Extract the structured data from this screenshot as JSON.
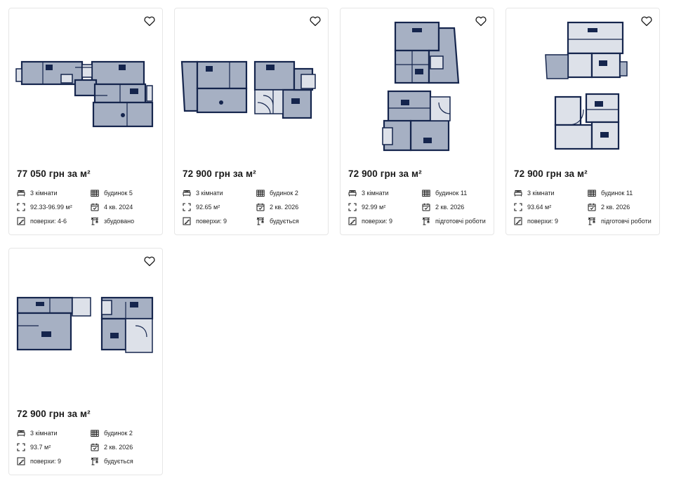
{
  "colors": {
    "plan_wall": "#15254d",
    "plan_floor": "#a6b0c3",
    "plan_light": "#dde1e9",
    "text": "#1a1a1a",
    "border": "#e6e6e6"
  },
  "icons": {
    "favorite": "heart-outline-icon",
    "rooms": "bed-icon",
    "building": "building-icon",
    "area": "area-frame-icon",
    "completion": "calendar-check-icon",
    "floors": "stairs-icon",
    "status": "crane-icon"
  },
  "listings": [
    {
      "price": "77 050 грн за м²",
      "rooms": "3 кімнати",
      "building": "будинок 5",
      "area": "92.33-96.99 м²",
      "completion": "4 кв. 2024",
      "floors": "поверхи: 4-6",
      "status": "збудовано"
    },
    {
      "price": "72 900 грн за м²",
      "rooms": "3 кімнати",
      "building": "будинок 2",
      "area": "92.65 м²",
      "completion": "2 кв. 2026",
      "floors": "поверхи: 9",
      "status": "будується"
    },
    {
      "price": "72 900 грн за м²",
      "rooms": "3 кімнати",
      "building": "будинок 11",
      "area": "92.99 м²",
      "completion": "2 кв. 2026",
      "floors": "поверхи: 9",
      "status": "підготовчі роботи"
    },
    {
      "price": "72 900 грн за м²",
      "rooms": "3 кімнати",
      "building": "будинок 11",
      "area": "93.64 м²",
      "completion": "2 кв. 2026",
      "floors": "поверхи: 9",
      "status": "підготовчі роботи"
    },
    {
      "price": "72 900 грн за м²",
      "rooms": "3 кімнати",
      "building": "будинок 2",
      "area": "93.7 м²",
      "completion": "2 кв. 2026",
      "floors": "поверхи: 9",
      "status": "будується"
    }
  ]
}
